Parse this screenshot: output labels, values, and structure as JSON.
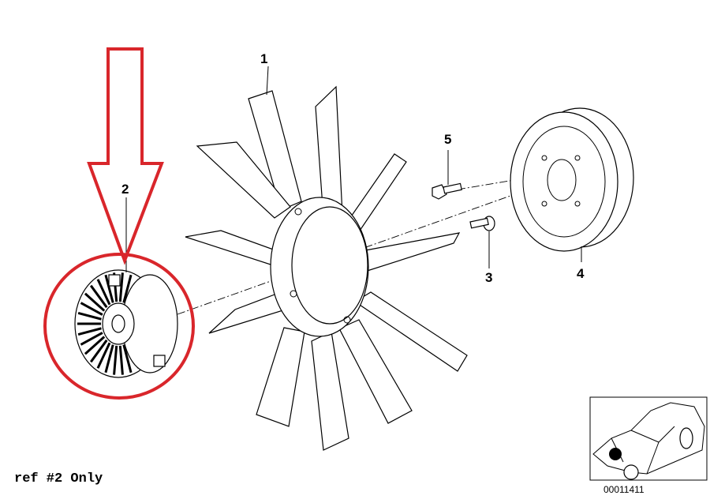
{
  "callouts": {
    "fan": "1",
    "clutch": "2",
    "bolt_small": "3",
    "pulley": "4",
    "bolt": "5"
  },
  "note": "ref #2 Only",
  "inset": {
    "diagram_number": "00011411"
  },
  "colors": {
    "highlight": "#d9262b",
    "line": "#000000"
  }
}
